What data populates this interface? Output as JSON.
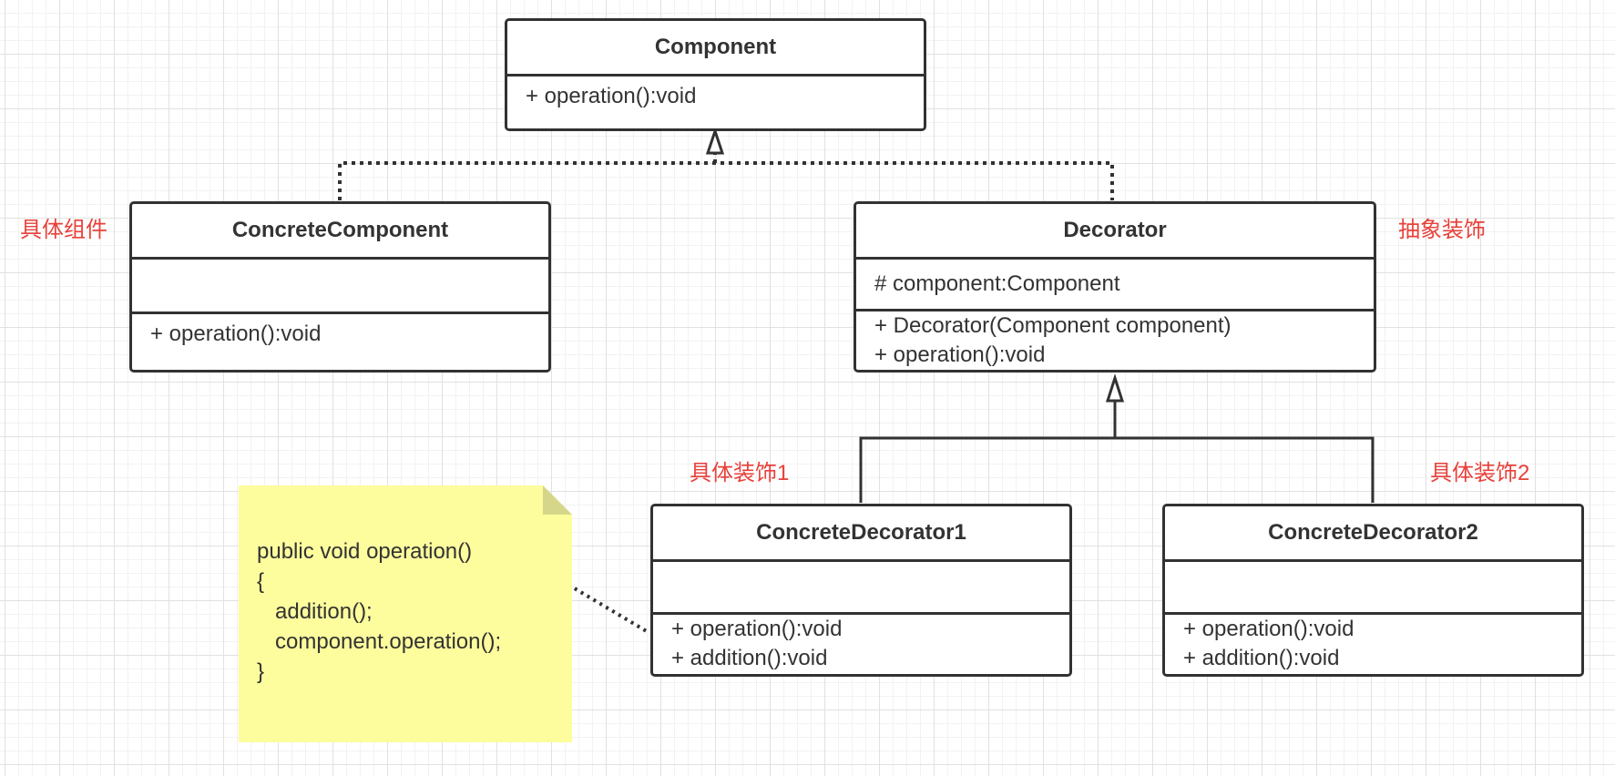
{
  "classes": {
    "component": {
      "name": "Component",
      "methods": [
        "+ operation():void"
      ]
    },
    "concrete_component": {
      "name": "ConcreteComponent",
      "methods": [
        "+ operation():void"
      ]
    },
    "decorator": {
      "name": "Decorator",
      "attributes": [
        "# component:Component"
      ],
      "methods": [
        "+ Decorator(Component component)",
        "+ operation():void"
      ]
    },
    "concrete_decorator_1": {
      "name": "ConcreteDecorator1",
      "methods": [
        "+ operation():void",
        "+ addition():void"
      ]
    },
    "concrete_decorator_2": {
      "name": "ConcreteDecorator2",
      "methods": [
        "+ operation():void",
        "+ addition():void"
      ]
    }
  },
  "annotations": {
    "concrete_component": "具体组件",
    "abstract_decorator": "抽象装饰",
    "concrete_decorator_1": "具体装饰1",
    "concrete_decorator_2": "具体装饰2"
  },
  "note": {
    "lines": [
      "public void operation()",
      "{",
      "   addition();",
      "   component.operation();",
      "}"
    ]
  },
  "colors": {
    "line": "#323232",
    "annotation": "#e8413a",
    "note_fill": "#fdfd9e",
    "grid": "#e1e1e1"
  }
}
